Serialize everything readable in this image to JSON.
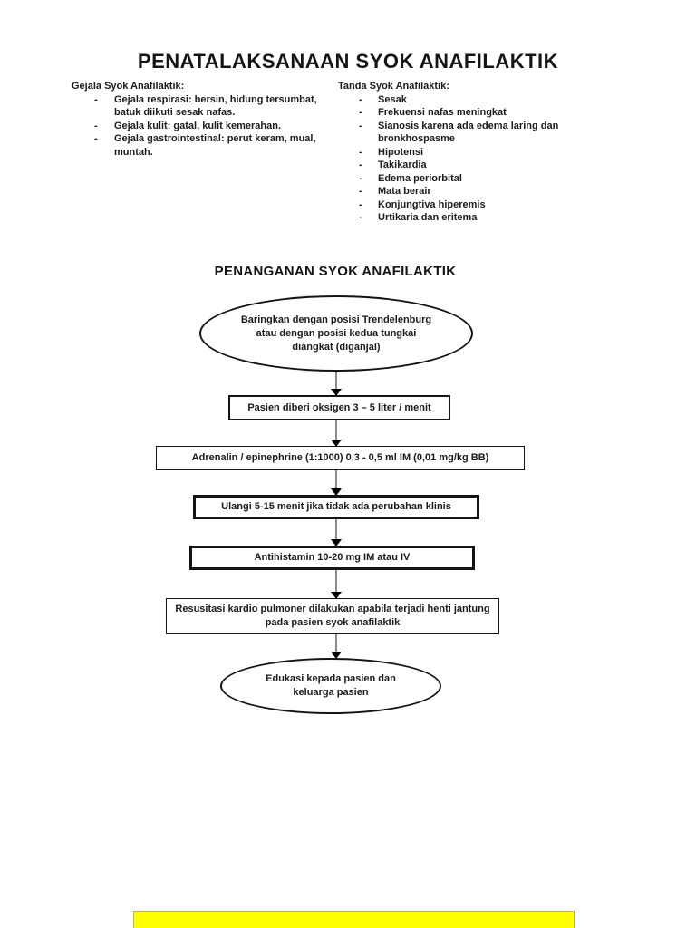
{
  "page": {
    "title": "PENATALAKSANAAN SYOK ANAFILAKTIK",
    "section_title": "PENANGANAN SYOK ANAFILAKTIK"
  },
  "bullet_char": "-",
  "symptoms": {
    "heading": "Gejala Syok Anafilaktik:",
    "items": [
      "Gejala respirasi: bersin, hidung tersumbat, batuk diikuti sesak nafas.",
      "Gejala kulit: gatal, kulit kemerahan.",
      "Gejala gastrointestinal: perut keram, mual, muntah."
    ]
  },
  "signs": {
    "heading": "Tanda Syok Anafilaktik:",
    "items": [
      "Sesak",
      "Frekuensi nafas meningkat",
      "Sianosis karena ada edema laring dan bronkhospasme",
      "Hipotensi",
      "Takikardia",
      "Edema periorbital",
      "Mata berair",
      "Konjungtiva hiperemis",
      "Urtikaria dan eritema"
    ]
  },
  "flowchart": {
    "steps": [
      {
        "shape": "ellipse",
        "text": "Baringkan dengan posisi Trendelenburg atau dengan posisi kedua tungkai diangkat (diganjal)"
      },
      {
        "shape": "rect",
        "text": "Pasien diberi oksigen 3 – 5 liter / menit"
      },
      {
        "shape": "rect",
        "text": "Adrenalin / epinephrine (1:1000) 0,3 - 0,5 ml IM (0,01 mg/kg BB)"
      },
      {
        "shape": "rect",
        "text": "Ulangi 5-15 menit jika tidak ada perubahan klinis"
      },
      {
        "shape": "rect",
        "text": "Antihistamin 10-20 mg IM atau IV"
      },
      {
        "shape": "rect",
        "text": "Resusitasi kardio pulmoner dilakukan apabila terjadi henti jantung pada pasien syok anafilaktik"
      },
      {
        "shape": "ellipse",
        "text": "Edukasi kepada pasien dan keluarga pasien"
      }
    ]
  },
  "colors": {
    "highlight_bar": "#ffff00",
    "highlight_bar_border": "#e8a33d",
    "shape_border": "#141414",
    "arrow_line": "#8a8a8a",
    "arrow_head": "#000000"
  }
}
